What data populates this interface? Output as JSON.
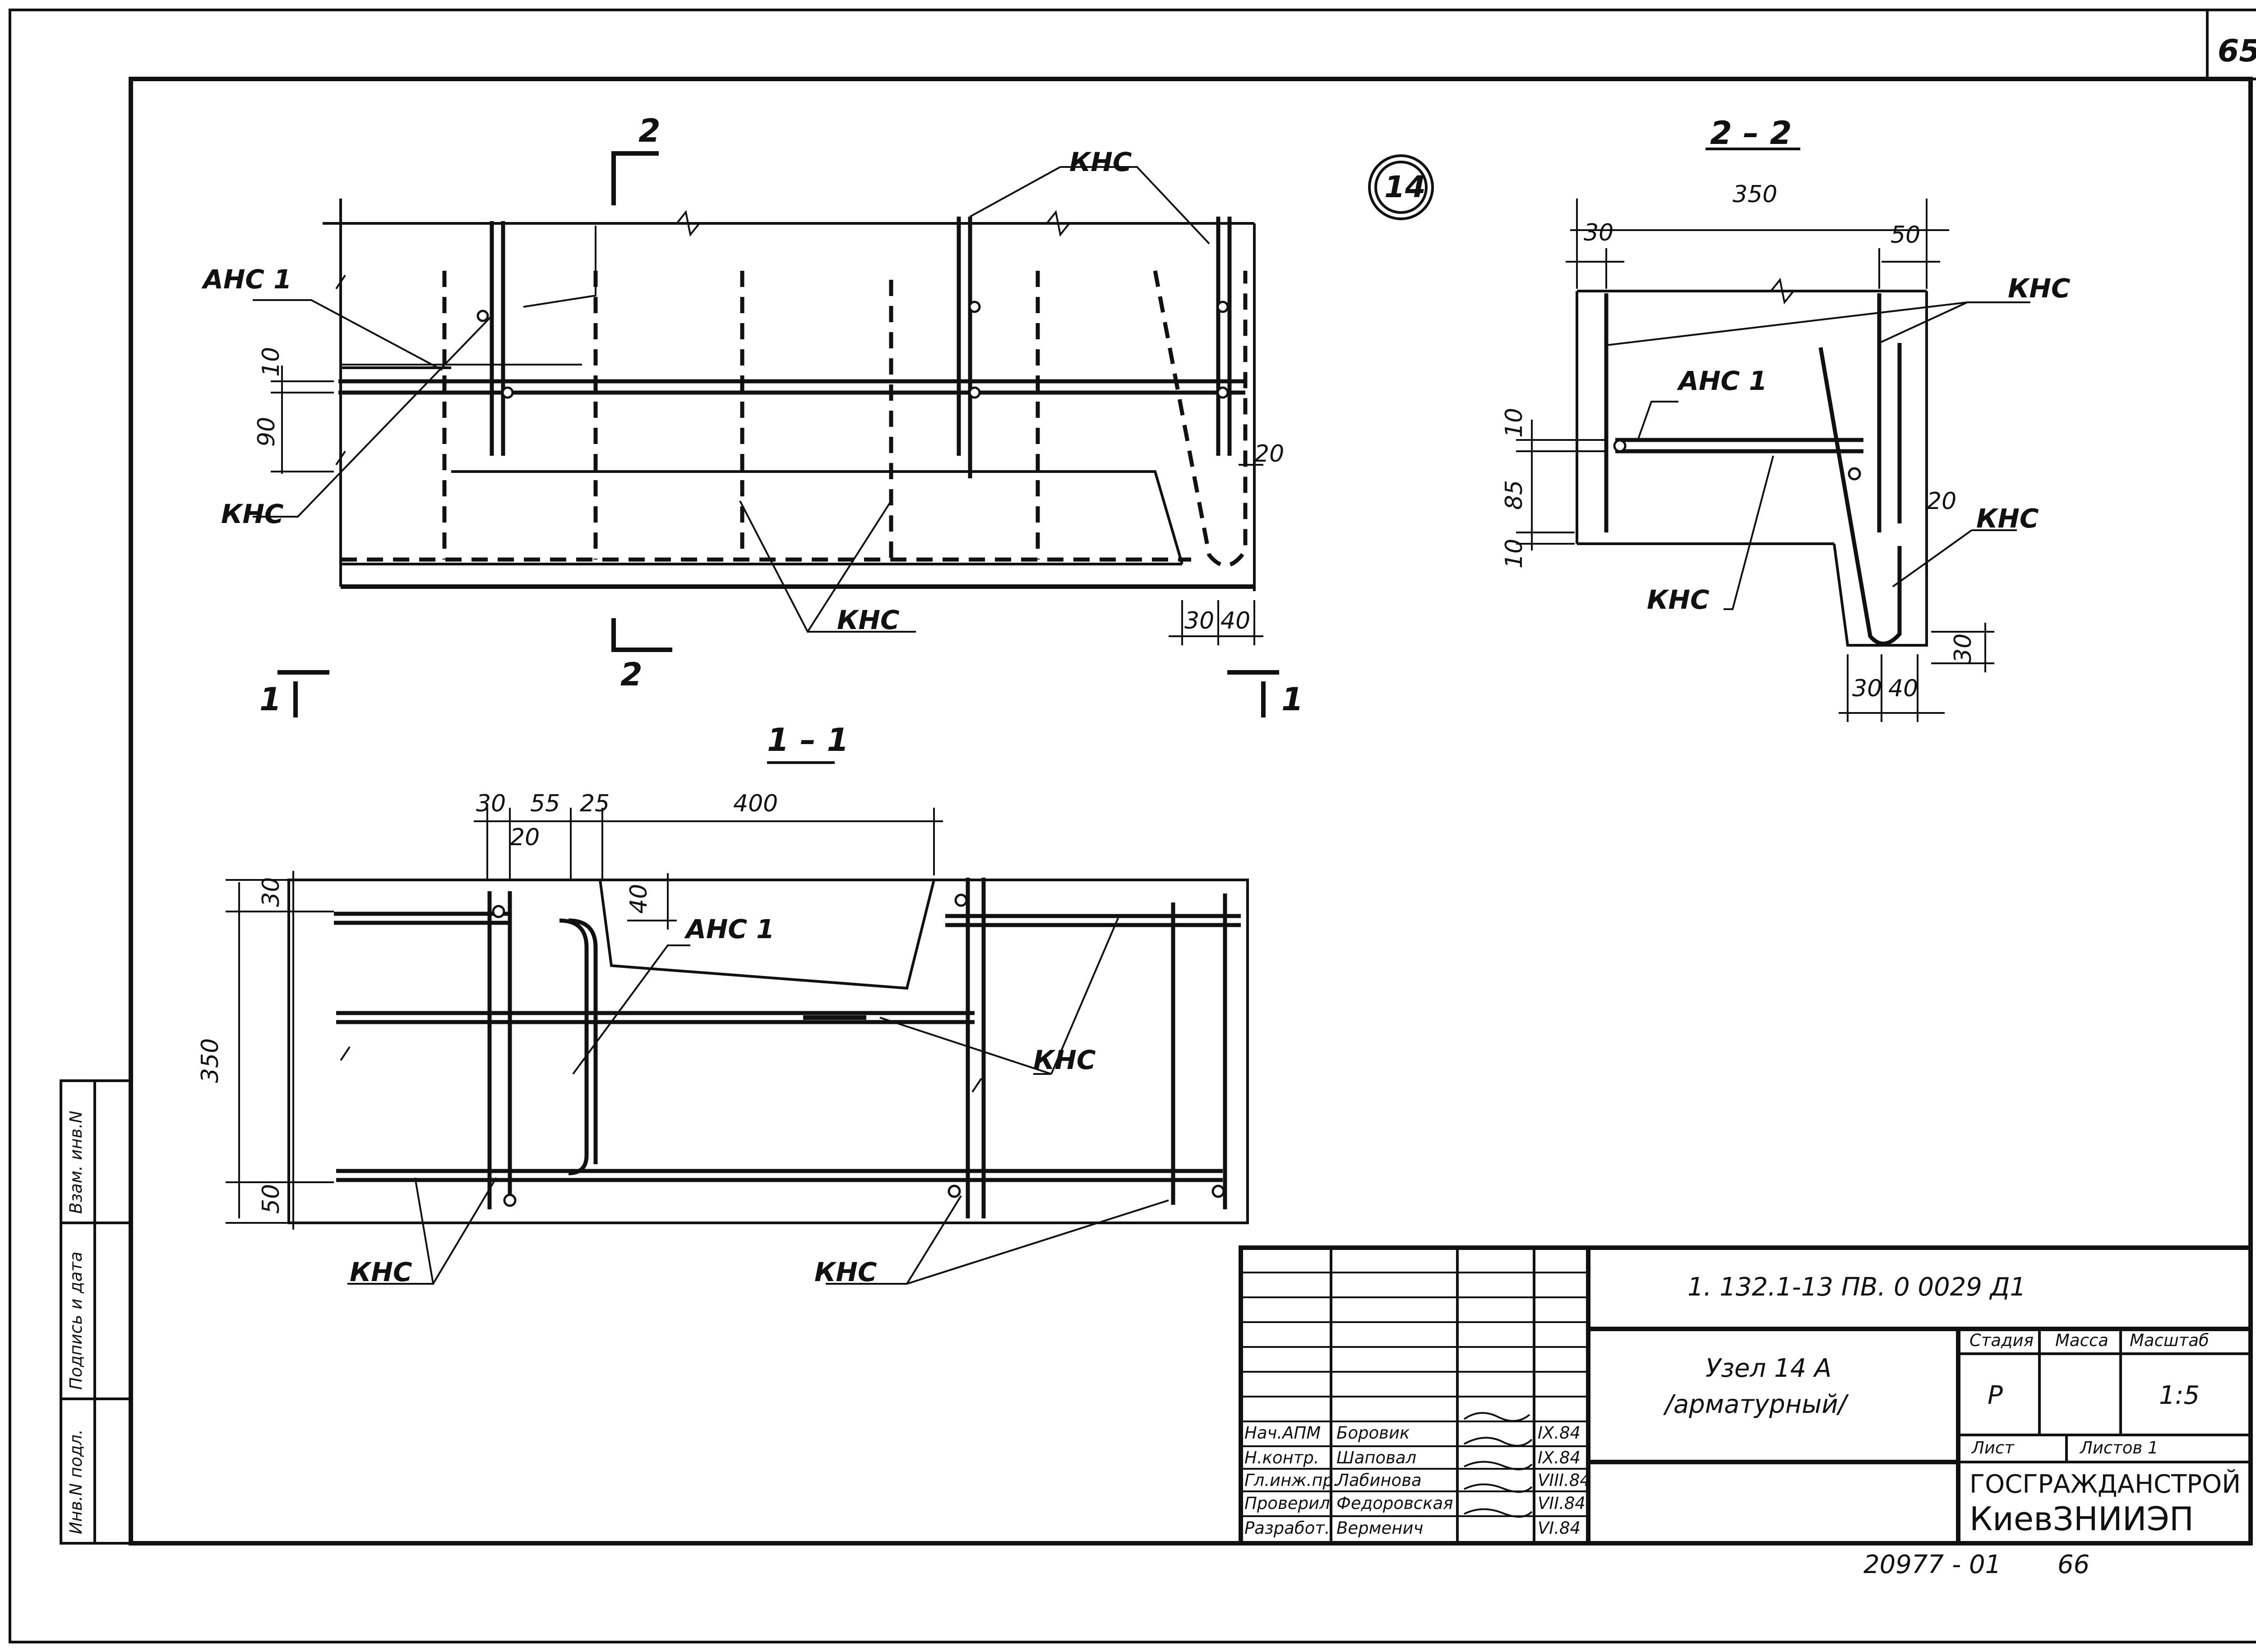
{
  "sheet": {
    "page_number": "65",
    "footer_code": "20977 - 01",
    "footer_page": "66"
  },
  "node_marker": "14",
  "labels": {
    "kns": "КНС",
    "ans1": "АНС 1"
  },
  "section_marks": {
    "s1": "1",
    "s2": "2",
    "title_1_1": "1 – 1",
    "title_2_2": "2 – 2"
  },
  "dims": {
    "top_view": [
      "10",
      "90",
      "20",
      "30",
      "40"
    ],
    "section_2_2": [
      "350",
      "30",
      "50",
      "10",
      "85",
      "10",
      "20",
      "30",
      "30",
      "40"
    ],
    "section_1_1": [
      "30",
      "55",
      "25",
      "400",
      "20",
      "40",
      "30",
      "350",
      "50"
    ]
  },
  "title_block": {
    "doc_code": "1. 132.1-13 ПВ. 0 0029 Д1",
    "node_title": "Узел 14 А",
    "node_subtitle": "/арматурный/",
    "stage_header": "Стадия",
    "mass_header": "Масса",
    "scale_header": "Масштаб",
    "stage": "Р",
    "scale": "1:5",
    "sheet_label": "Лист",
    "sheets_label": "Листов 1",
    "org1": "ГОСГРАЖДАНСТРОЙ",
    "org2": "КиевЗНИИЭП",
    "roles": [
      {
        "role": "Нач.АПМ",
        "name": "Боровик",
        "date": "IX.84"
      },
      {
        "role": "Н.контр.",
        "name": "Шаповал",
        "date": "IX.84"
      },
      {
        "role": "Гл.инж.пр.",
        "name": "Лабинова",
        "date": "VIII.84"
      },
      {
        "role": "Проверил",
        "name": "Федоровская",
        "date": "VII.84"
      },
      {
        "role": "Разработ.",
        "name": "Верменич",
        "date": "VI.84"
      }
    ]
  },
  "side_stamp": {
    "inv_podl": "Инв.N подл.",
    "podpis": "Подпись и дата",
    "vzam": "Взам. инв.N"
  }
}
